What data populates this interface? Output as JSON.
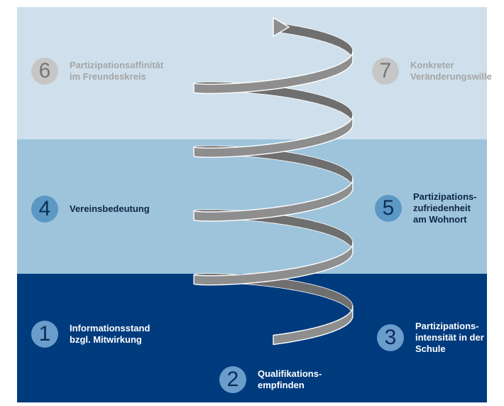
{
  "colors": {
    "band_top": "#cfe0ec",
    "band_mid": "#9ec4db",
    "band_bottom": "#003b7e",
    "spiral_fill": "#8e8e8e",
    "spiral_back": "#6f6f6f",
    "spiral_edge": "#ffffff"
  },
  "factors": [
    {
      "num": "1",
      "label": "Informationsstand\nbzgl. Mitwirkung"
    },
    {
      "num": "2",
      "label": "Qualifikations-\nempfinden"
    },
    {
      "num": "3",
      "label": "Partizipations-\nintensität in der\nSchule"
    },
    {
      "num": "4",
      "label": "Vereinsbedeutung"
    },
    {
      "num": "5",
      "label": "Partizipations-\nzufriedenheit\nam Wohnort"
    },
    {
      "num": "6",
      "label": "Partizipationsaffinität\nim Freundeskreis"
    },
    {
      "num": "7",
      "label": "Konkreter\nVeränderungswille"
    }
  ]
}
